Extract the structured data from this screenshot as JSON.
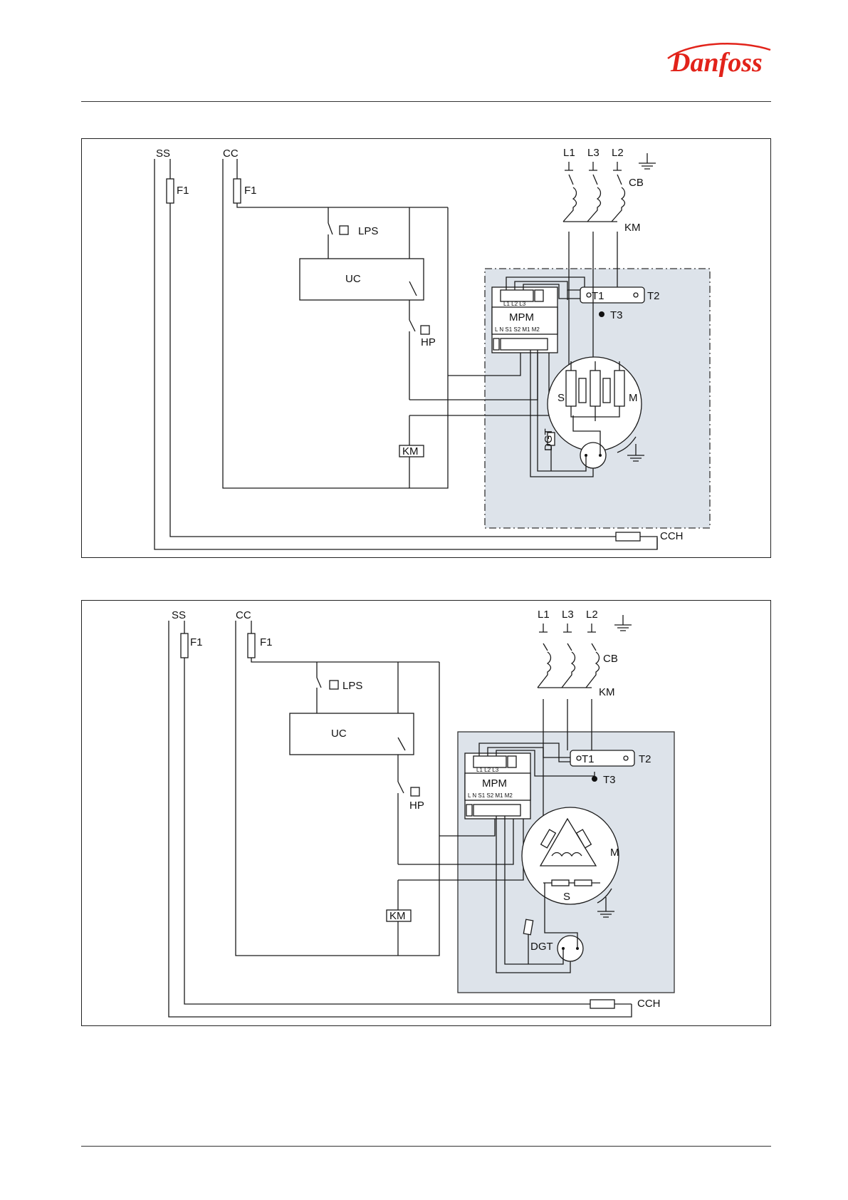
{
  "brand": {
    "logo_text": "Danfoss",
    "color": "#e2231a"
  },
  "diagram1": {
    "labels": {
      "ss": "SS",
      "cc": "CC",
      "f1a": "F1",
      "f1b": "F1",
      "l1": "L1",
      "l3": "L3",
      "l2": "L2",
      "cb": "CB",
      "km": "KM",
      "lps": "LPS",
      "uc": "UC",
      "hp": "HP",
      "mpm": "MPM",
      "mpm_top": "L1 L2 L3",
      "mpm_bottom": "L N S1 S2 M1 M2",
      "t1": "T1",
      "t2": "T2",
      "t3": "T3",
      "s": "S",
      "m": "M",
      "km_coil": "KM",
      "dgt": "DGT",
      "cch": "CCH"
    },
    "shade_color": "#dde3ea"
  },
  "diagram2": {
    "labels": {
      "ss": "SS",
      "cc": "CC",
      "f1a": "F1",
      "f1b": "F1",
      "l1": "L1",
      "l3": "L3",
      "l2": "L2",
      "cb": "CB",
      "km": "KM",
      "lps": "LPS",
      "uc": "UC",
      "hp": "HP",
      "mpm": "MPM",
      "mpm_top": "L1 L2 L3",
      "mpm_bottom": "L N S1 S2 M1 M2",
      "t1": "T1",
      "t2": "T2",
      "t3": "T3",
      "s": "S",
      "m": "M",
      "km_coil": "KM",
      "dgt": "DGT",
      "cch": "CCH"
    },
    "shade_color": "#dde3ea"
  }
}
